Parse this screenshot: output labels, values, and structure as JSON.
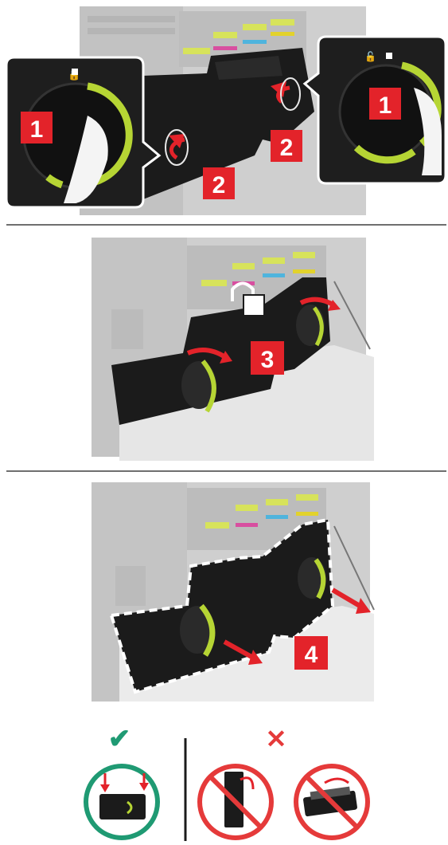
{
  "steps": [
    {
      "id": "step-1-2",
      "badges": [
        "1",
        "2",
        "2",
        "1"
      ]
    },
    {
      "id": "step-3",
      "badges": [
        "3"
      ]
    },
    {
      "id": "step-4",
      "badges": [
        "4"
      ]
    }
  ],
  "verdict": {
    "correct_symbol": "✔",
    "incorrect_symbol": "✕"
  },
  "colors": {
    "badge_red": "#e3232a",
    "correct_green": "#1f9a73",
    "incorrect_red": "#e53a3a",
    "accent_green": "#b6d534",
    "cartridge_black": "#1b1b1b",
    "printer_gray": "#c9c9c9"
  },
  "icons": [
    "unlock-icon",
    "lock-icon",
    "arrow-icon",
    "checkmark-icon",
    "cross-icon",
    "prohibition-icon"
  ]
}
